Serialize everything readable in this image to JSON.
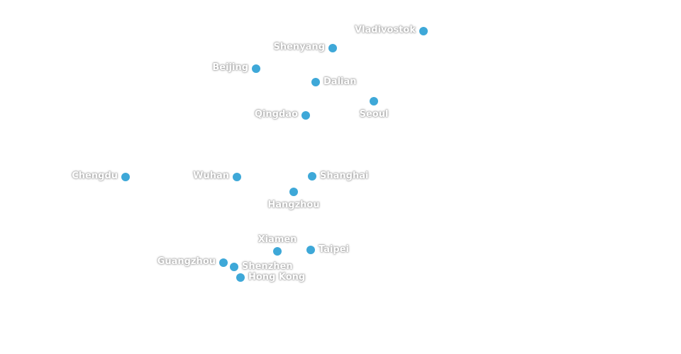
{
  "map": {
    "point_color": "#3ea8d8",
    "cities": [
      {
        "name": "Vladivostok"
      },
      {
        "name": "Shenyang"
      },
      {
        "name": "Beijing"
      },
      {
        "name": "Dalian"
      },
      {
        "name": "Seoul"
      },
      {
        "name": "Qingdao"
      },
      {
        "name": "Chengdu"
      },
      {
        "name": "Wuhan"
      },
      {
        "name": "Shanghai"
      },
      {
        "name": "Hangzhou"
      },
      {
        "name": "Xiamen"
      },
      {
        "name": "Taipei"
      },
      {
        "name": "Guangzhou"
      },
      {
        "name": "Shenzhen"
      },
      {
        "name": "Hong Kong"
      }
    ]
  }
}
